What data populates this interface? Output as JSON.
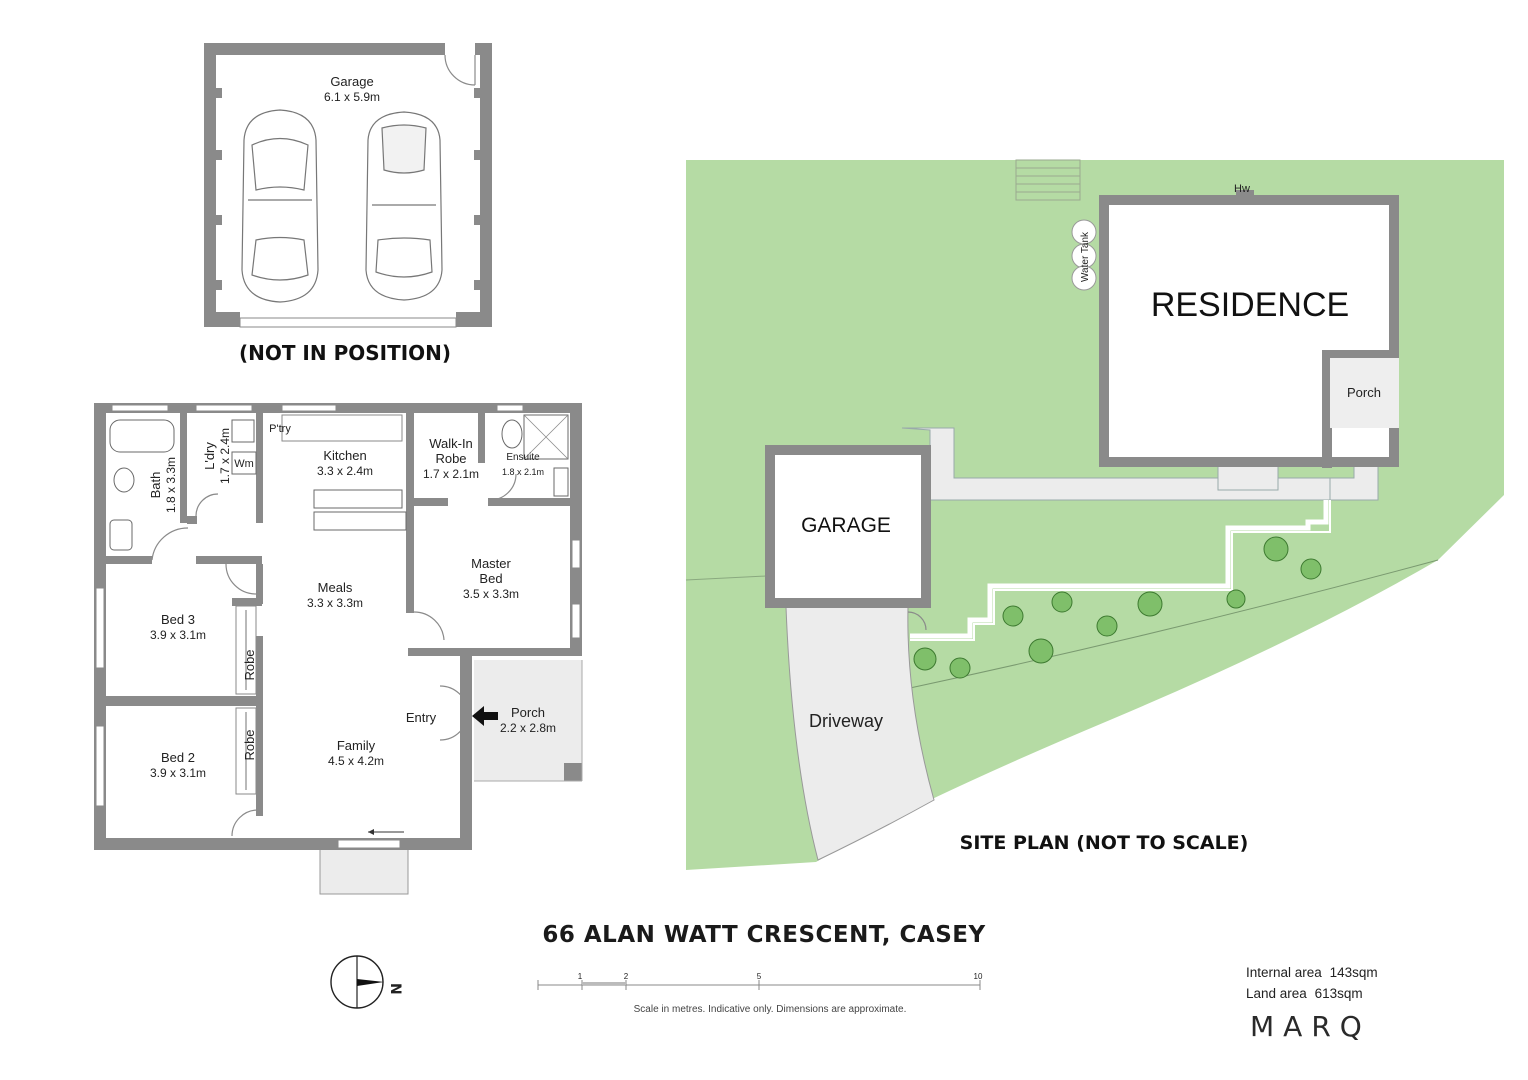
{
  "title": "66 ALAN WATT CRESCENT, CASEY",
  "garage_plan": {
    "label": "Garage",
    "dims": "6.1 x 5.9m",
    "note": "(NOT IN POSITION)"
  },
  "floor_plan": {
    "rooms": [
      {
        "key": "bath",
        "name": "Bath",
        "dims": "1.8 x 3.3m"
      },
      {
        "key": "ldry",
        "name": "L'dry",
        "dims": "1.7 x 2.4m"
      },
      {
        "key": "wm",
        "name": "Wm",
        "dims": ""
      },
      {
        "key": "ptry",
        "name": "P'try",
        "dims": ""
      },
      {
        "key": "kitchen",
        "name": "Kitchen",
        "dims": "3.3 x 2.4m"
      },
      {
        "key": "wir",
        "name": "Walk-In",
        "name2": "Robe",
        "dims": "1.7 x 2.1m"
      },
      {
        "key": "ensuite",
        "name": "Ensuite",
        "dims": "1.8 x 2.1m"
      },
      {
        "key": "meals",
        "name": "Meals",
        "dims": "3.3 x 3.3m"
      },
      {
        "key": "master",
        "name": "Master",
        "name2": "Bed",
        "dims": "3.5 x 3.3m"
      },
      {
        "key": "bed3",
        "name": "Bed 3",
        "dims": "3.9 x 3.1m"
      },
      {
        "key": "robe1",
        "name": "Robe",
        "dims": ""
      },
      {
        "key": "bed2",
        "name": "Bed 2",
        "dims": "3.9 x 3.1m"
      },
      {
        "key": "robe2",
        "name": "Robe",
        "dims": ""
      },
      {
        "key": "entry",
        "name": "Entry",
        "dims": ""
      },
      {
        "key": "family",
        "name": "Family",
        "dims": "4.5 x 4.2m"
      },
      {
        "key": "porch",
        "name": "Porch",
        "dims": "2.2 x 2.8m"
      }
    ]
  },
  "site_plan": {
    "heading": "SITE PLAN (NOT TO SCALE)",
    "residence": "RESIDENCE",
    "garage": "GARAGE",
    "porch": "Porch",
    "driveway": "Driveway",
    "water_tank": "Water Tank",
    "hw": "Hw",
    "lawn_color": "#b5dba4",
    "path_color": "#ececec"
  },
  "compass": {
    "label": "N"
  },
  "scale_bar": {
    "ticks": [
      "1",
      "2",
      "5",
      "10"
    ],
    "note": "Scale in metres. Indicative only. Dimensions are approximate."
  },
  "areas": {
    "internal_label": "Internal area",
    "internal_value": "143sqm",
    "land_label": "Land area",
    "land_value": "613sqm"
  },
  "brand": "MARQ"
}
